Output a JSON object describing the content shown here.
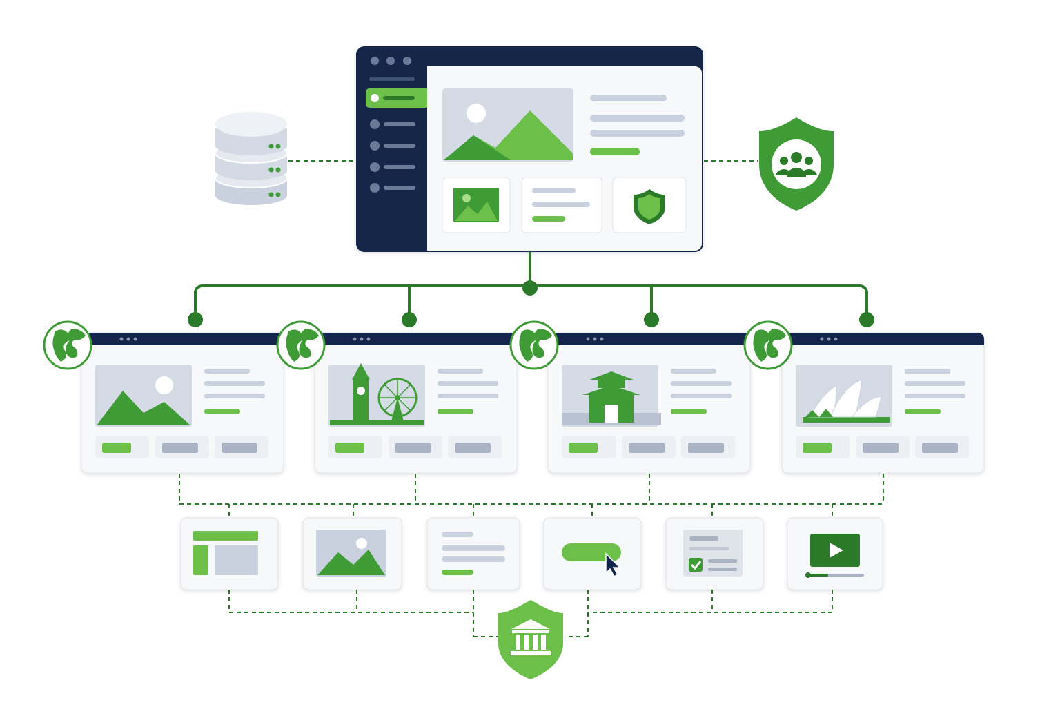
{
  "colors": {
    "navy": "#13254a",
    "green": "#3f9b35",
    "light_green": "#6cc04a",
    "dark_green": "#2b7a2a",
    "gray": "#c9d1de",
    "dark_gray": "#a9b3c4",
    "panel_bg": "#f7f8fa",
    "border": "#dfe3ea"
  },
  "central_cms": {
    "sidebar_items": 5,
    "widgets": [
      "image-widget",
      "text-widget",
      "shield-widget"
    ]
  },
  "sources": [
    {
      "name": "database",
      "icon": "database-icon"
    },
    {
      "name": "user-access",
      "icon": "users-shield-icon"
    }
  ],
  "regional_sites": [
    {
      "region": "americas",
      "globe_icon": "globe-americas-icon",
      "hero_icon": "mountain-sun-icon"
    },
    {
      "region": "europe",
      "globe_icon": "globe-europe-icon",
      "hero_icon": "big-ben-ferris-wheel-icon"
    },
    {
      "region": "asia",
      "globe_icon": "globe-asia-icon",
      "hero_icon": "pagoda-icon"
    },
    {
      "region": "oceania",
      "globe_icon": "globe-oceania-icon",
      "hero_icon": "opera-house-icon"
    }
  ],
  "components": [
    {
      "name": "layout-component",
      "icon": "layout-icon"
    },
    {
      "name": "image-component",
      "icon": "image-icon"
    },
    {
      "name": "text-component",
      "icon": "text-lines-icon"
    },
    {
      "name": "button-component",
      "icon": "button-cursor-icon"
    },
    {
      "name": "form-component",
      "icon": "checkbox-form-icon"
    },
    {
      "name": "video-component",
      "icon": "video-play-icon"
    }
  ],
  "governance": {
    "icon": "bank-shield-icon"
  }
}
